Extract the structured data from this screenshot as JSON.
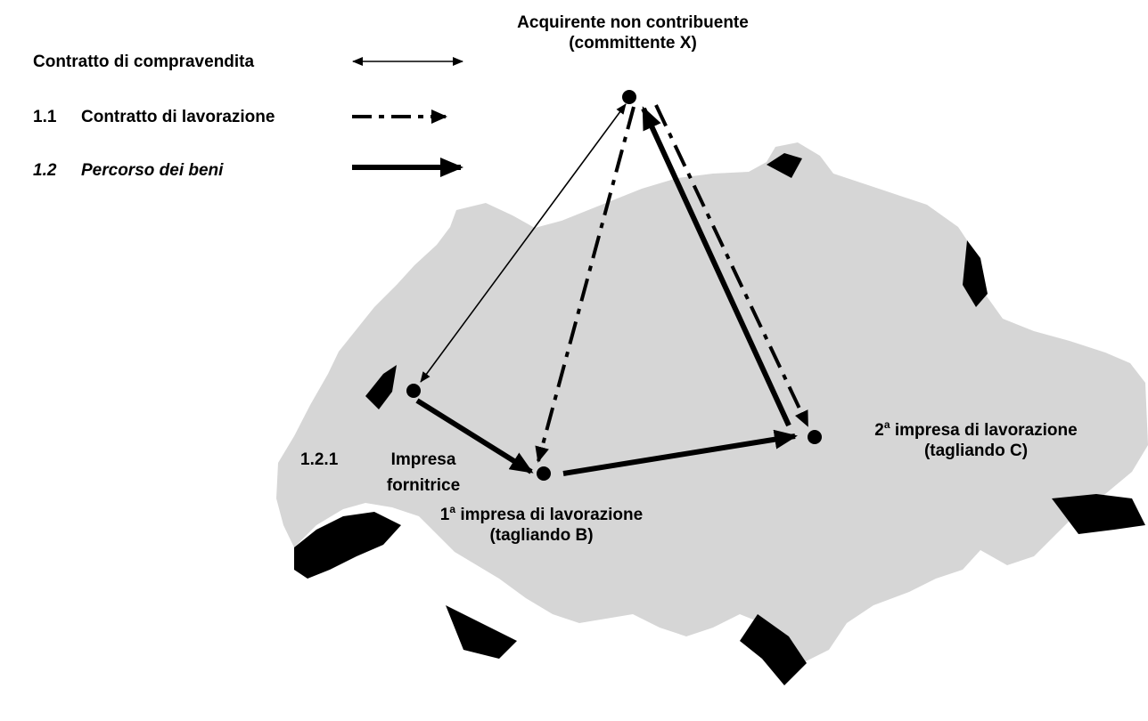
{
  "legend": {
    "sale_contract": "Contratto di compravendita",
    "processing_num": "1.1",
    "processing_contract": "Contratto di lavorazione",
    "goods_num": "1.2",
    "goods_path": "Percorso dei beni"
  },
  "nodes": {
    "buyer_line1": "Acquirente non contribuente",
    "buyer_line2": "(committente X)",
    "supplier_num": "1.2.1",
    "supplier_line1": "Impresa",
    "supplier_line2": "fornitrice",
    "first_num": "1",
    "first_sup": "a",
    "first_line1": " impresa di lavorazione",
    "first_line2": "(tagliando B)",
    "second_num": "2",
    "second_sup": "a",
    "second_line1": " impresa di lavorazione",
    "second_line2": "(tagliando C)"
  },
  "colors": {
    "map_fill": "#d6d6d6",
    "lake_fill": "#000000",
    "ink": "#000000"
  }
}
